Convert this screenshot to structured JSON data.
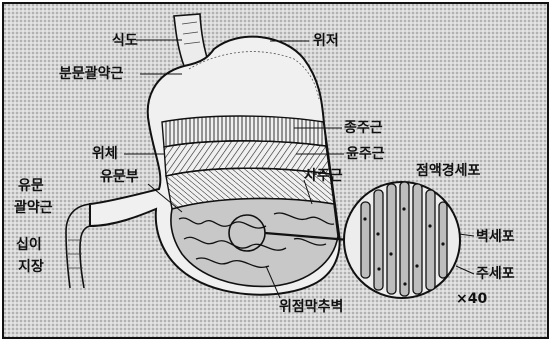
{
  "labels": {
    "esophagus": "식도",
    "fundus": "위저",
    "cardiac_sphincter": "분문괄약근",
    "longitudinal_muscle": "종주근",
    "body": "위체",
    "circular_muscle": "윤주근",
    "pylorus": "유문부",
    "oblique_muscle": "사주근",
    "pyloric_sphincter_1": "유문",
    "pyloric_sphincter_2": "괄약근",
    "duodenum_1": "십이",
    "duodenum_2": "지장",
    "mucous_neck_cells": "점액경세포",
    "parietal_cells": "벽세포",
    "chief_cells": "주세포",
    "magnification": "×40",
    "gastric_mucosa_fold": "위점막추벽"
  },
  "colors": {
    "background": "#d9d9d9",
    "ink": "#111111",
    "stomach_fill": "#efefef",
    "mucosa_fill": "#c8c8c8"
  }
}
